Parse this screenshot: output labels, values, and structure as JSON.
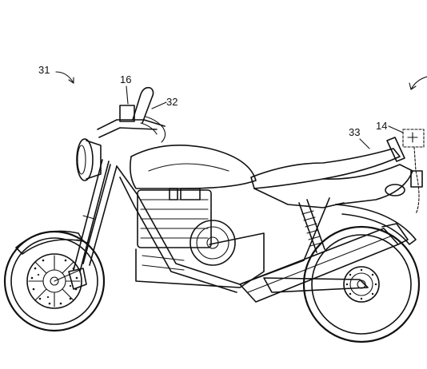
{
  "labels": {
    "ref_31": "31",
    "ref_16": "16",
    "ref_32": "32",
    "ref_33": "33",
    "ref_14": "14"
  }
}
